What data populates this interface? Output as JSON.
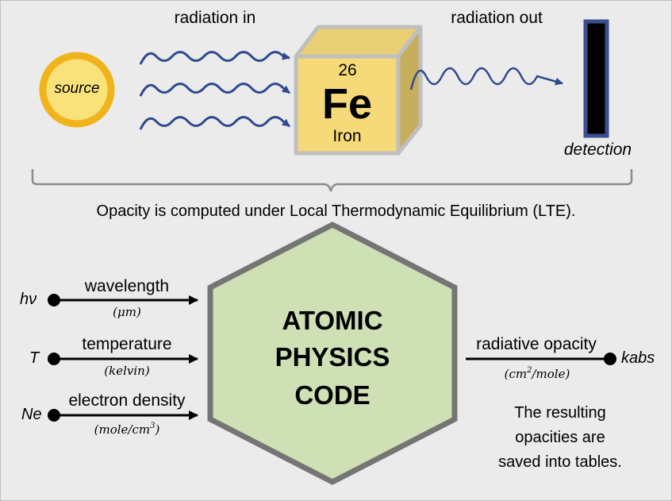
{
  "top": {
    "source_label": "source",
    "radiation_in_label": "radiation in",
    "radiation_out_label": "radiation out",
    "element": {
      "number": "26",
      "symbol": "Fe",
      "name": "Iron"
    },
    "detection_label": "detection",
    "caption": "Opacity is computed under Local Thermodynamic Equilibrium (LTE)."
  },
  "inputs": [
    {
      "symbol": "hν",
      "label": "wavelength",
      "unit": "(μm)"
    },
    {
      "symbol": "T",
      "label": "temperature",
      "unit": "(kelvin)"
    },
    {
      "symbol": "Ne",
      "label": "electron density",
      "unit": "(mole/cm",
      "unit_sup": "3",
      "unit_tail": ")"
    }
  ],
  "core": {
    "line1": "ATOMIC",
    "line2": "PHYSICS",
    "line3": "CODE"
  },
  "output": {
    "label": "radiative opacity",
    "unit": "(cm",
    "unit_sup": "2",
    "unit_tail": "/mole)",
    "symbol": "kabs",
    "note_line1": "The resulting",
    "note_line2": "opacities are",
    "note_line3": "saved into tables."
  },
  "colors": {
    "wave": "#2e4a8c",
    "source_fill": "#f9e27a",
    "source_ring": "#f0b31c",
    "cube_front": "#f6d978",
    "cube_top": "#e9cf73",
    "cube_side": "#c7ae5a",
    "cube_edge": "#bfbfbf",
    "detector_fill": "#000000",
    "detector_frame": "#3a4f8f",
    "hexagon_fill": "#cfe0b5",
    "hexagon_edge": "#757575",
    "bracket": "#8c8c8c"
  }
}
